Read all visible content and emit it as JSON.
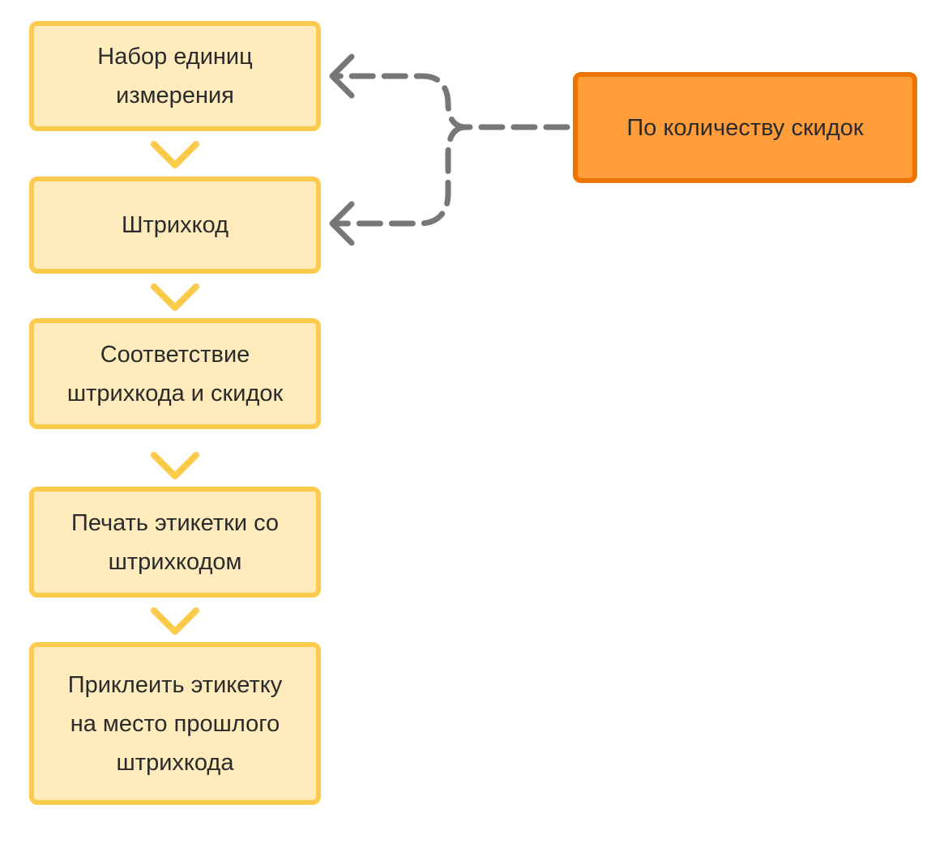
{
  "diagram": {
    "steps": [
      {
        "label": "Набор единиц\nизмерения"
      },
      {
        "label": "Штрихкод"
      },
      {
        "label": "Соответствие\nштрихкода и скидок"
      },
      {
        "label": "Печать этикетки со\nштрихкодом"
      },
      {
        "label": "Приклеить этикетку\nна место прошлого\nштрихкода"
      }
    ],
    "source": {
      "label": "По количеству скидок"
    },
    "colors": {
      "step_fill": "#feebbc",
      "step_border": "#fcca4c",
      "flow_arrow": "#fcca4c",
      "source_fill": "#ff9d3c",
      "source_border": "#ec7500",
      "dashed_link": "#777777"
    }
  }
}
